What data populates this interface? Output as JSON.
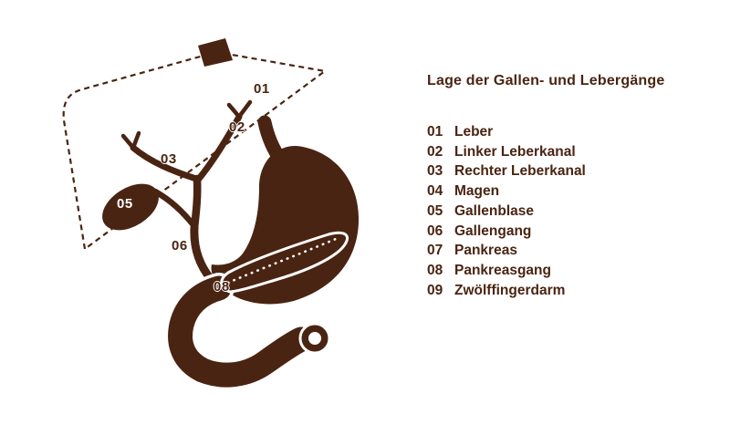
{
  "colors": {
    "ink": "#4a2412",
    "background": "#ffffff",
    "marker_on_shape": "#ffffff"
  },
  "title": "Lage der Gallen- und Lebergänge",
  "legend": [
    {
      "num": "01",
      "label": "Leber"
    },
    {
      "num": "02",
      "label": "Linker Leberkanal"
    },
    {
      "num": "03",
      "label": "Rechter Leberkanal"
    },
    {
      "num": "04",
      "label": "Magen"
    },
    {
      "num": "05",
      "label": "Gallenblase"
    },
    {
      "num": "06",
      "label": "Gallengang"
    },
    {
      "num": "07",
      "label": "Pankreas"
    },
    {
      "num": "08",
      "label": "Pankreasgang"
    },
    {
      "num": "09",
      "label": "Zwölffingerdarm"
    }
  ],
  "markers": [
    {
      "num": "01"
    },
    {
      "num": "02"
    },
    {
      "num": "03"
    },
    {
      "num": "05"
    },
    {
      "num": "06"
    },
    {
      "num": "08"
    }
  ]
}
